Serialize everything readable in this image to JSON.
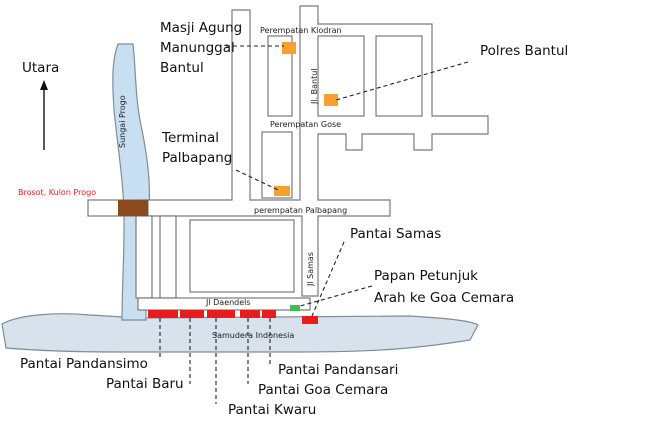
{
  "north": {
    "label": "Utara"
  },
  "river": {
    "name": "Sungai Progo",
    "bridge_label": "Brosot, Kulon Progo"
  },
  "sea": {
    "name": "Samudera Indonesia"
  },
  "roads": {
    "klodran": "Perempatan Klodran",
    "bantul": "Jl. Bantul",
    "gose": "Perempatan Gose",
    "palbapang": "perempatan Palbapang",
    "samas": "Jl Samas",
    "daendels": "Jl Daendels"
  },
  "places": {
    "masjid": [
      "Masji Agung",
      "Manunggal",
      "Bantul"
    ],
    "polres": "Polres Bantul",
    "terminal": [
      "Terminal",
      "Palbapang"
    ],
    "pantai_samas": "Pantai Samas",
    "papan": [
      "Papan Petunjuk",
      "Arah ke Goa Cemara"
    ]
  },
  "beaches": {
    "pandansimo": "Pantai Pandansimo",
    "baru": "Pantai Baru",
    "kwaru": "Pantai Kwaru",
    "goa_cemara": "Pantai Goa Cemara",
    "pandansari": "Pantai Pandansari"
  },
  "colors": {
    "road": "#ffffff",
    "road_edge": "#7a7a7a",
    "river": "#c8dff2",
    "river_edge": "#7d8d99",
    "sea": "#d7e2ec",
    "orange": "#f5a030",
    "beach": "#e81c1c",
    "bridge": "#8b4a1e",
    "green": "#3fbf4f"
  }
}
